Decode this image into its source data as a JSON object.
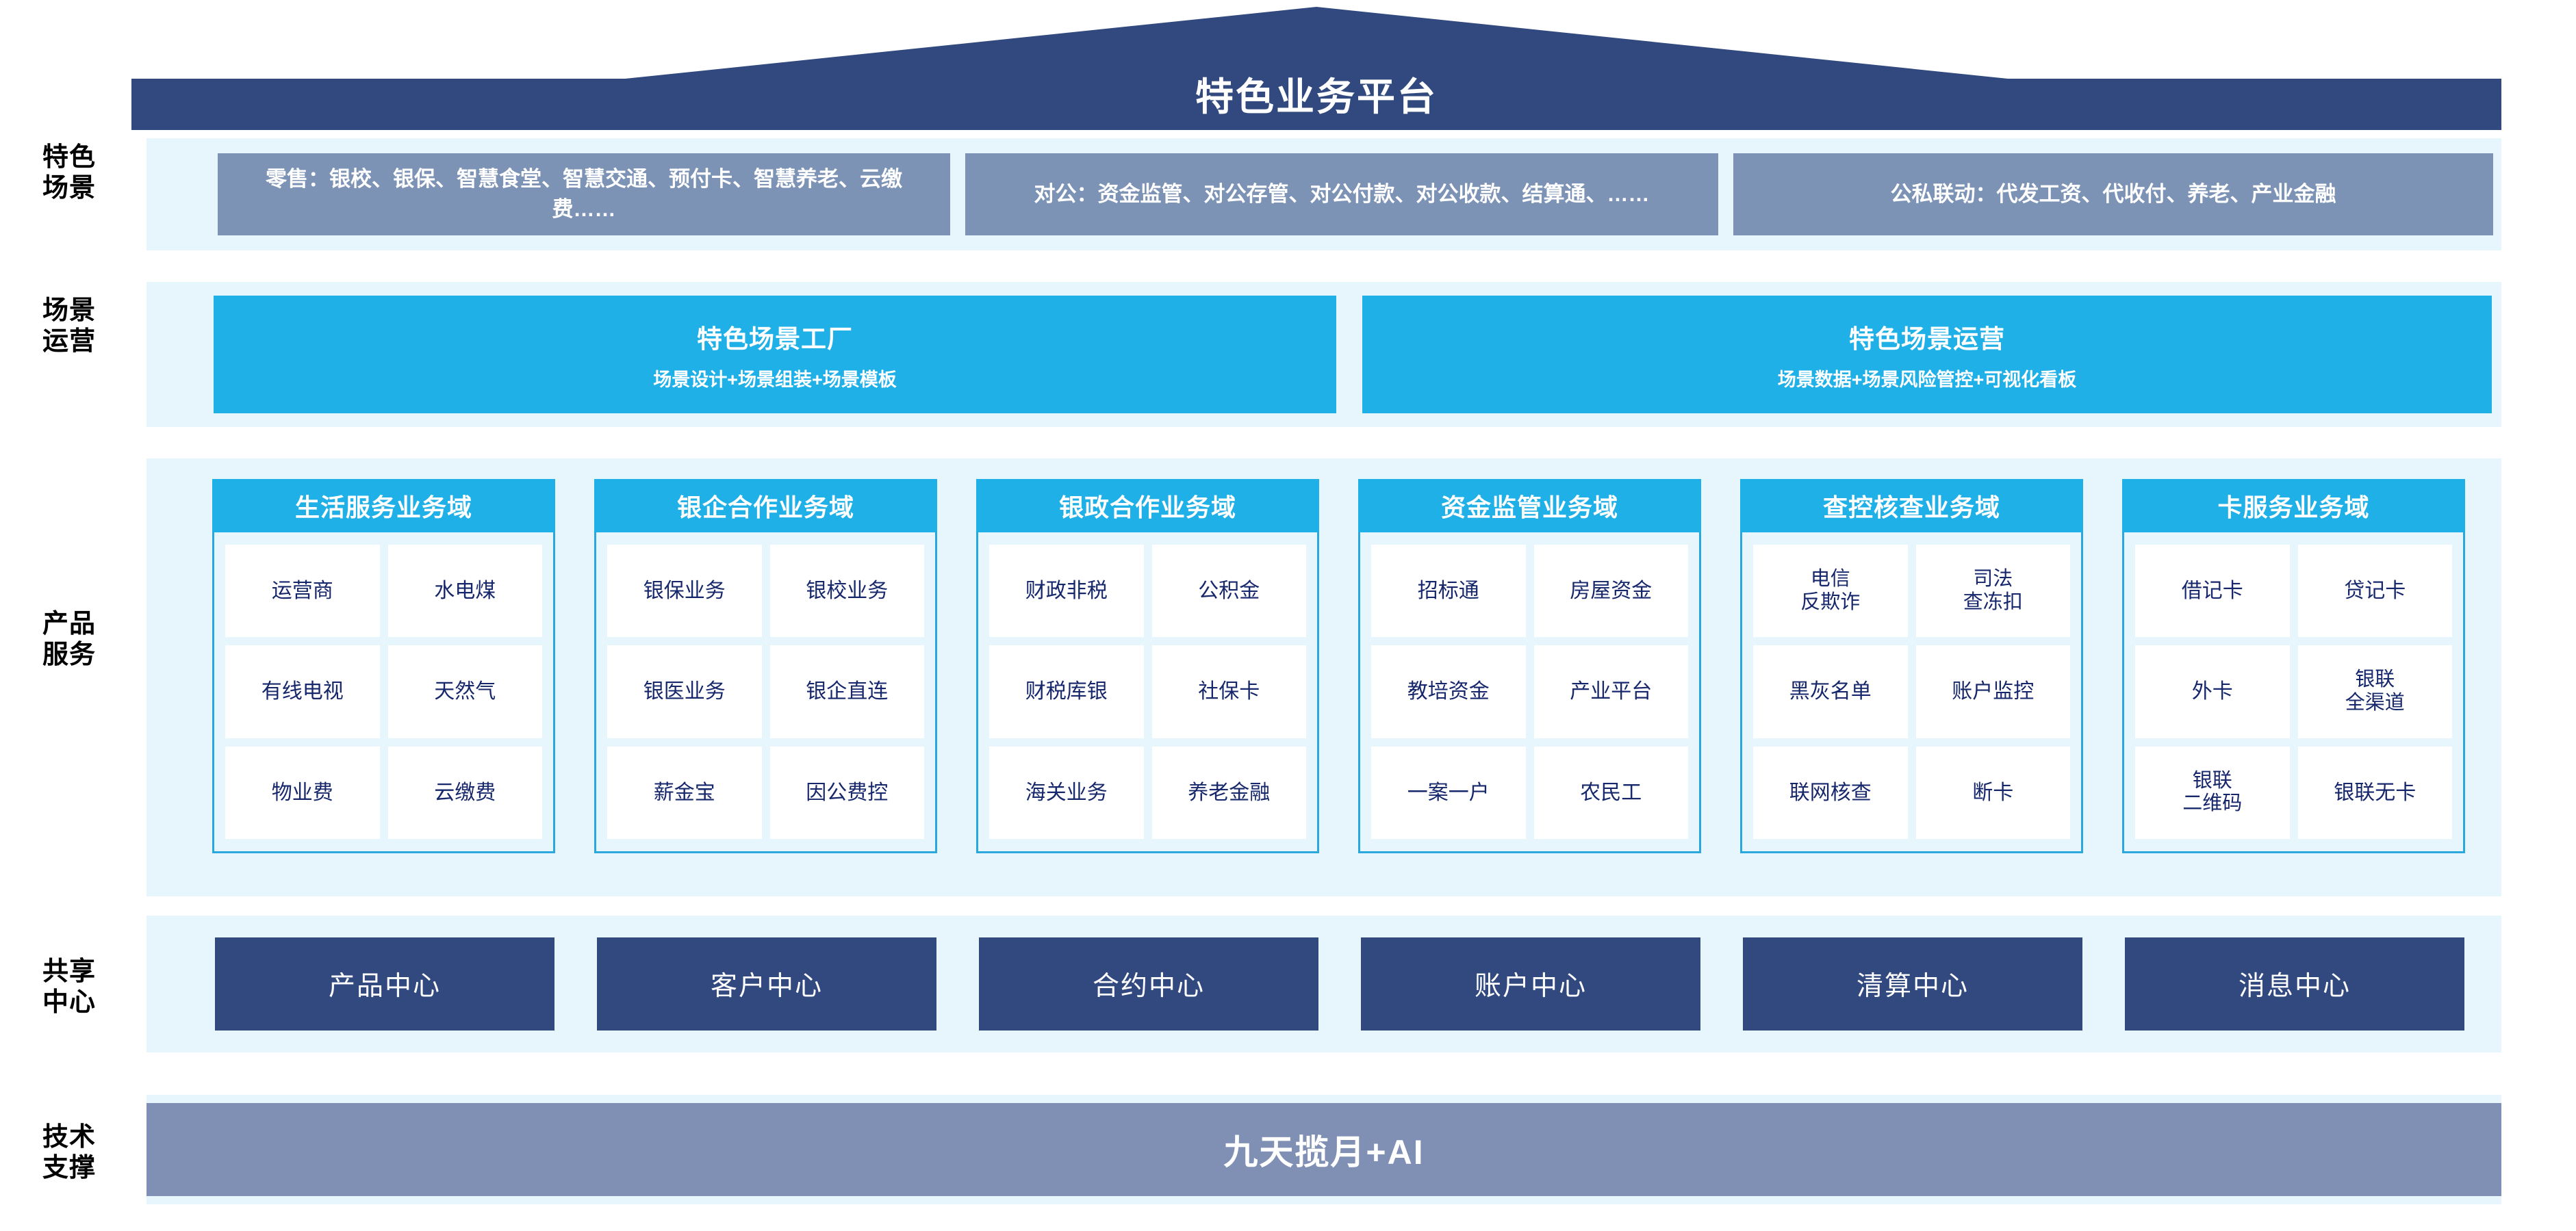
{
  "header": {
    "title": "特色业务平台"
  },
  "rails": [
    {
      "key": "scenarios",
      "label": "特色\n场景"
    },
    {
      "key": "operations",
      "label": "场景\n运营"
    },
    {
      "key": "products",
      "label": "产品\n服务"
    },
    {
      "key": "centers",
      "label": "共享\n中心"
    },
    {
      "key": "tech",
      "label": "技术\n支撑"
    }
  ],
  "scenarios": [
    {
      "text": "零售：银校、银保、智慧食堂、智慧交通、预付卡、智慧养老、云缴费……"
    },
    {
      "text": "对公：资金监管、对公存管、对公付款、对公收款、结算通、……"
    },
    {
      "text": "公私联动：代发工资、代收付、养老、产业金融"
    }
  ],
  "operations": [
    {
      "title": "特色场景工厂",
      "subtitle": "场景设计+场景组装+场景模板"
    },
    {
      "title": "特色场景运营",
      "subtitle": "场景数据+场景风险管控+可视化看板"
    }
  ],
  "domains": [
    {
      "title": "生活服务业务域",
      "items": [
        "运营商",
        "水电煤",
        "有线电视",
        "天然气",
        "物业费",
        "云缴费"
      ]
    },
    {
      "title": "银企合作业务域",
      "items": [
        "银保业务",
        "银校业务",
        "银医业务",
        "银企直连",
        "薪金宝",
        "因公费控"
      ]
    },
    {
      "title": "银政合作业务域",
      "items": [
        "财政非税",
        "公积金",
        "财税库银",
        "社保卡",
        "海关业务",
        "养老金融"
      ]
    },
    {
      "title": "资金监管业务域",
      "items": [
        "招标通",
        "房屋资金",
        "教培资金",
        "产业平台",
        "一案一户",
        "农民工"
      ]
    },
    {
      "title": "查控核查业务域",
      "items": [
        "电信\n反欺诈",
        "司法\n查冻扣",
        "黑灰名单",
        "账户监控",
        "联网核查",
        "断卡"
      ]
    },
    {
      "title": "卡服务业务域",
      "items": [
        "借记卡",
        "贷记卡",
        "外卡",
        "银联\n全渠道",
        "银联\n二维码",
        "银联无卡"
      ]
    }
  ],
  "centers": [
    "产品中心",
    "客户中心",
    "合约中心",
    "账户中心",
    "清算中心",
    "消息中心"
  ],
  "tech": {
    "label": "九天揽月+AI"
  },
  "colors": {
    "roof": "#31497f",
    "band": "#e7f6fd",
    "scenario_box": "#7d93b6",
    "cyan": "#20b0e8",
    "domain_border": "#2aa8dd",
    "center_box": "#31497f",
    "tech_bar": "#8090b5",
    "cell_text": "#16276b"
  }
}
